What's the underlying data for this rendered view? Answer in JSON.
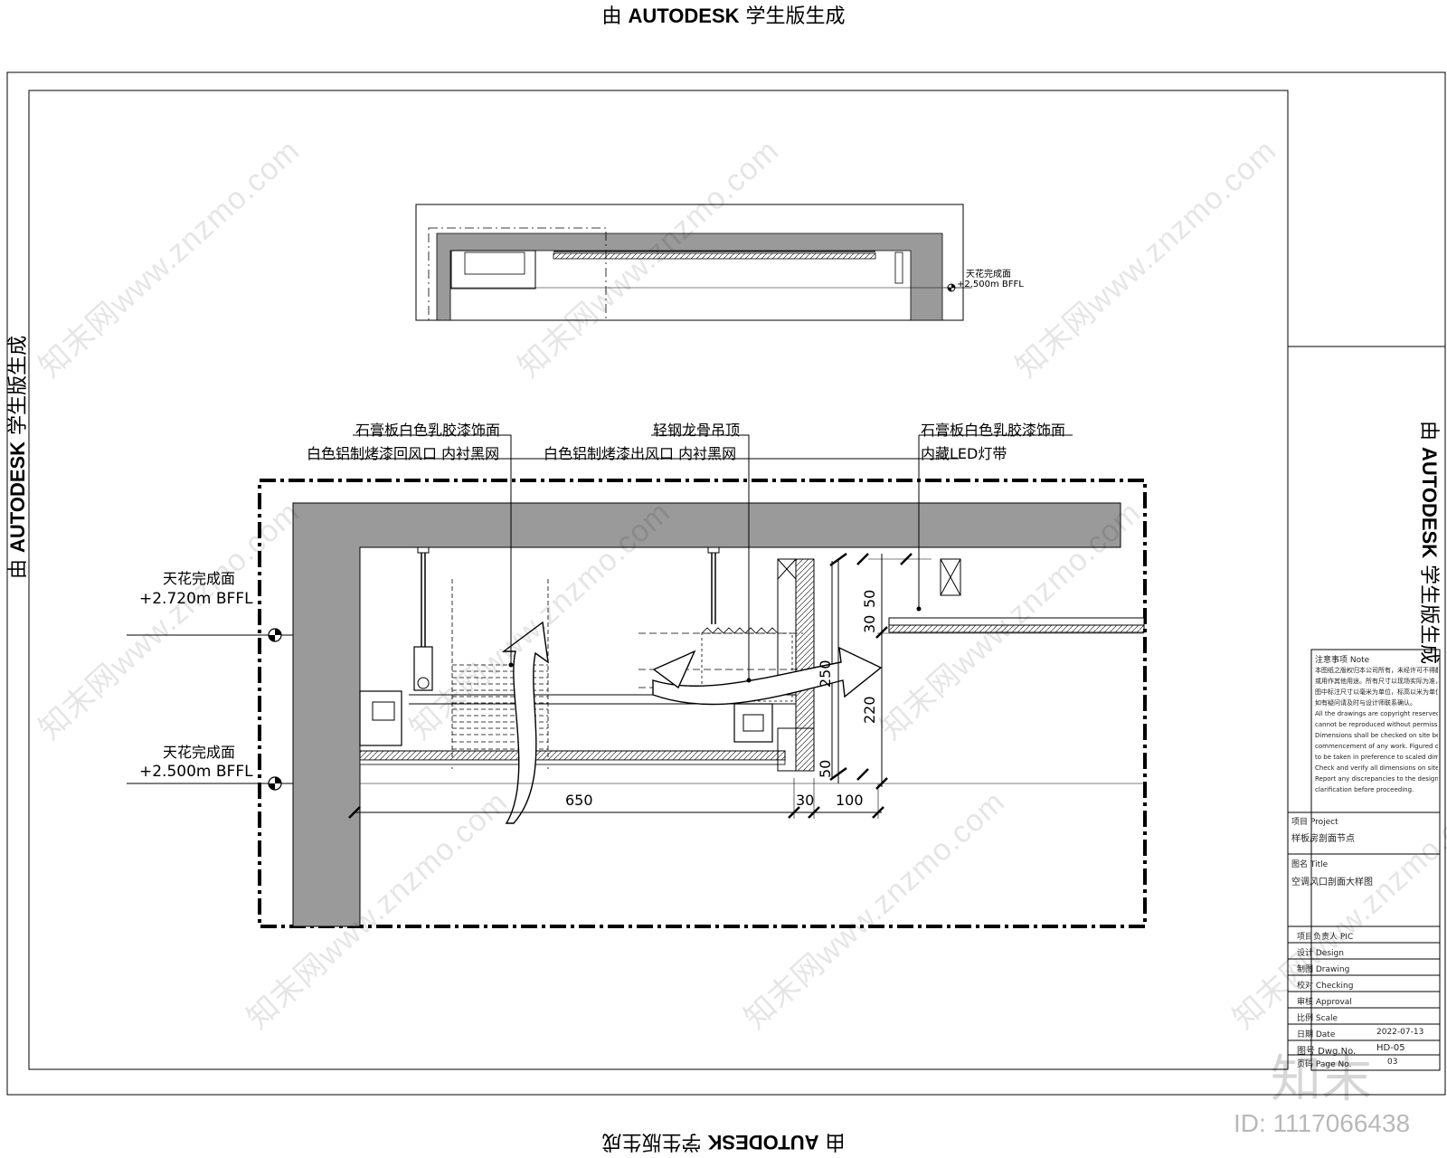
{
  "stamp": {
    "prefix": "由",
    "brand": "AUTODESK",
    "suffix": "学生版生成"
  },
  "top_section": {
    "level_label": "天花完成面",
    "level_value": "+2.500m BFFL"
  },
  "callouts": {
    "left_1": "石膏板白色乳胶漆饰面",
    "left_2": "白色铝制烤漆回风口 内衬黑网",
    "mid_1": "轻钢龙骨吊顶",
    "mid_2": "白色铝制烤漆出风口 内衬黑网",
    "right_1": "石膏板白色乳胶漆饰面",
    "right_2": "内藏LED灯带"
  },
  "levels": [
    {
      "label": "天花完成面",
      "value": "+2.720m BFFL"
    },
    {
      "label": "天花完成面",
      "value": "+2.500m BFFL"
    }
  ],
  "dimensions": {
    "horizontal": [
      "650",
      "30",
      "100"
    ],
    "vertical": [
      "30",
      "50",
      "250",
      "220",
      "50"
    ]
  },
  "title_block": {
    "notes_title": "注意事项 Note",
    "notes": [
      "本图纸之版权归本公司所有，未经许可不得翻印",
      "或用作其他用途。所有尺寸以现场实际为准，",
      "图中标注尺寸以毫米为单位，标高以米为单位。",
      "如有疑问请及时与设计师联系确认。",
      "All the drawings are copyright reserved and",
      "cannot be reproduced without permission.",
      "Dimensions shall be checked on site before",
      "commencement of any work. Figured dimensions",
      "to be taken in preference to scaled dimensions.",
      "Check and verify all dimensions on site.",
      "Report any discrepancies to the designer for",
      "clarification before proceeding."
    ],
    "project_label": "项目 Project",
    "project_value": "样板房剖面节点",
    "title_label": "图名 Title",
    "title_value": "空调风口剖面大样图",
    "rows": [
      {
        "label": "项目负责人 PIC",
        "value": ""
      },
      {
        "label": "设计 Design",
        "value": ""
      },
      {
        "label": "制图 Drawing",
        "value": ""
      },
      {
        "label": "校对 Checking",
        "value": ""
      },
      {
        "label": "审核 Approval",
        "value": ""
      },
      {
        "label": "比例 Scale",
        "value": ""
      },
      {
        "label": "日期 Date",
        "value": "2022-07-13"
      },
      {
        "label": "图号 Dwg.No.",
        "value": "HD-05"
      },
      {
        "label": "页码 Page No.",
        "value": "03"
      }
    ]
  },
  "watermark": {
    "text": "知末网www.znzmo.com",
    "brand": "知末",
    "id": "ID: 1117066438"
  }
}
